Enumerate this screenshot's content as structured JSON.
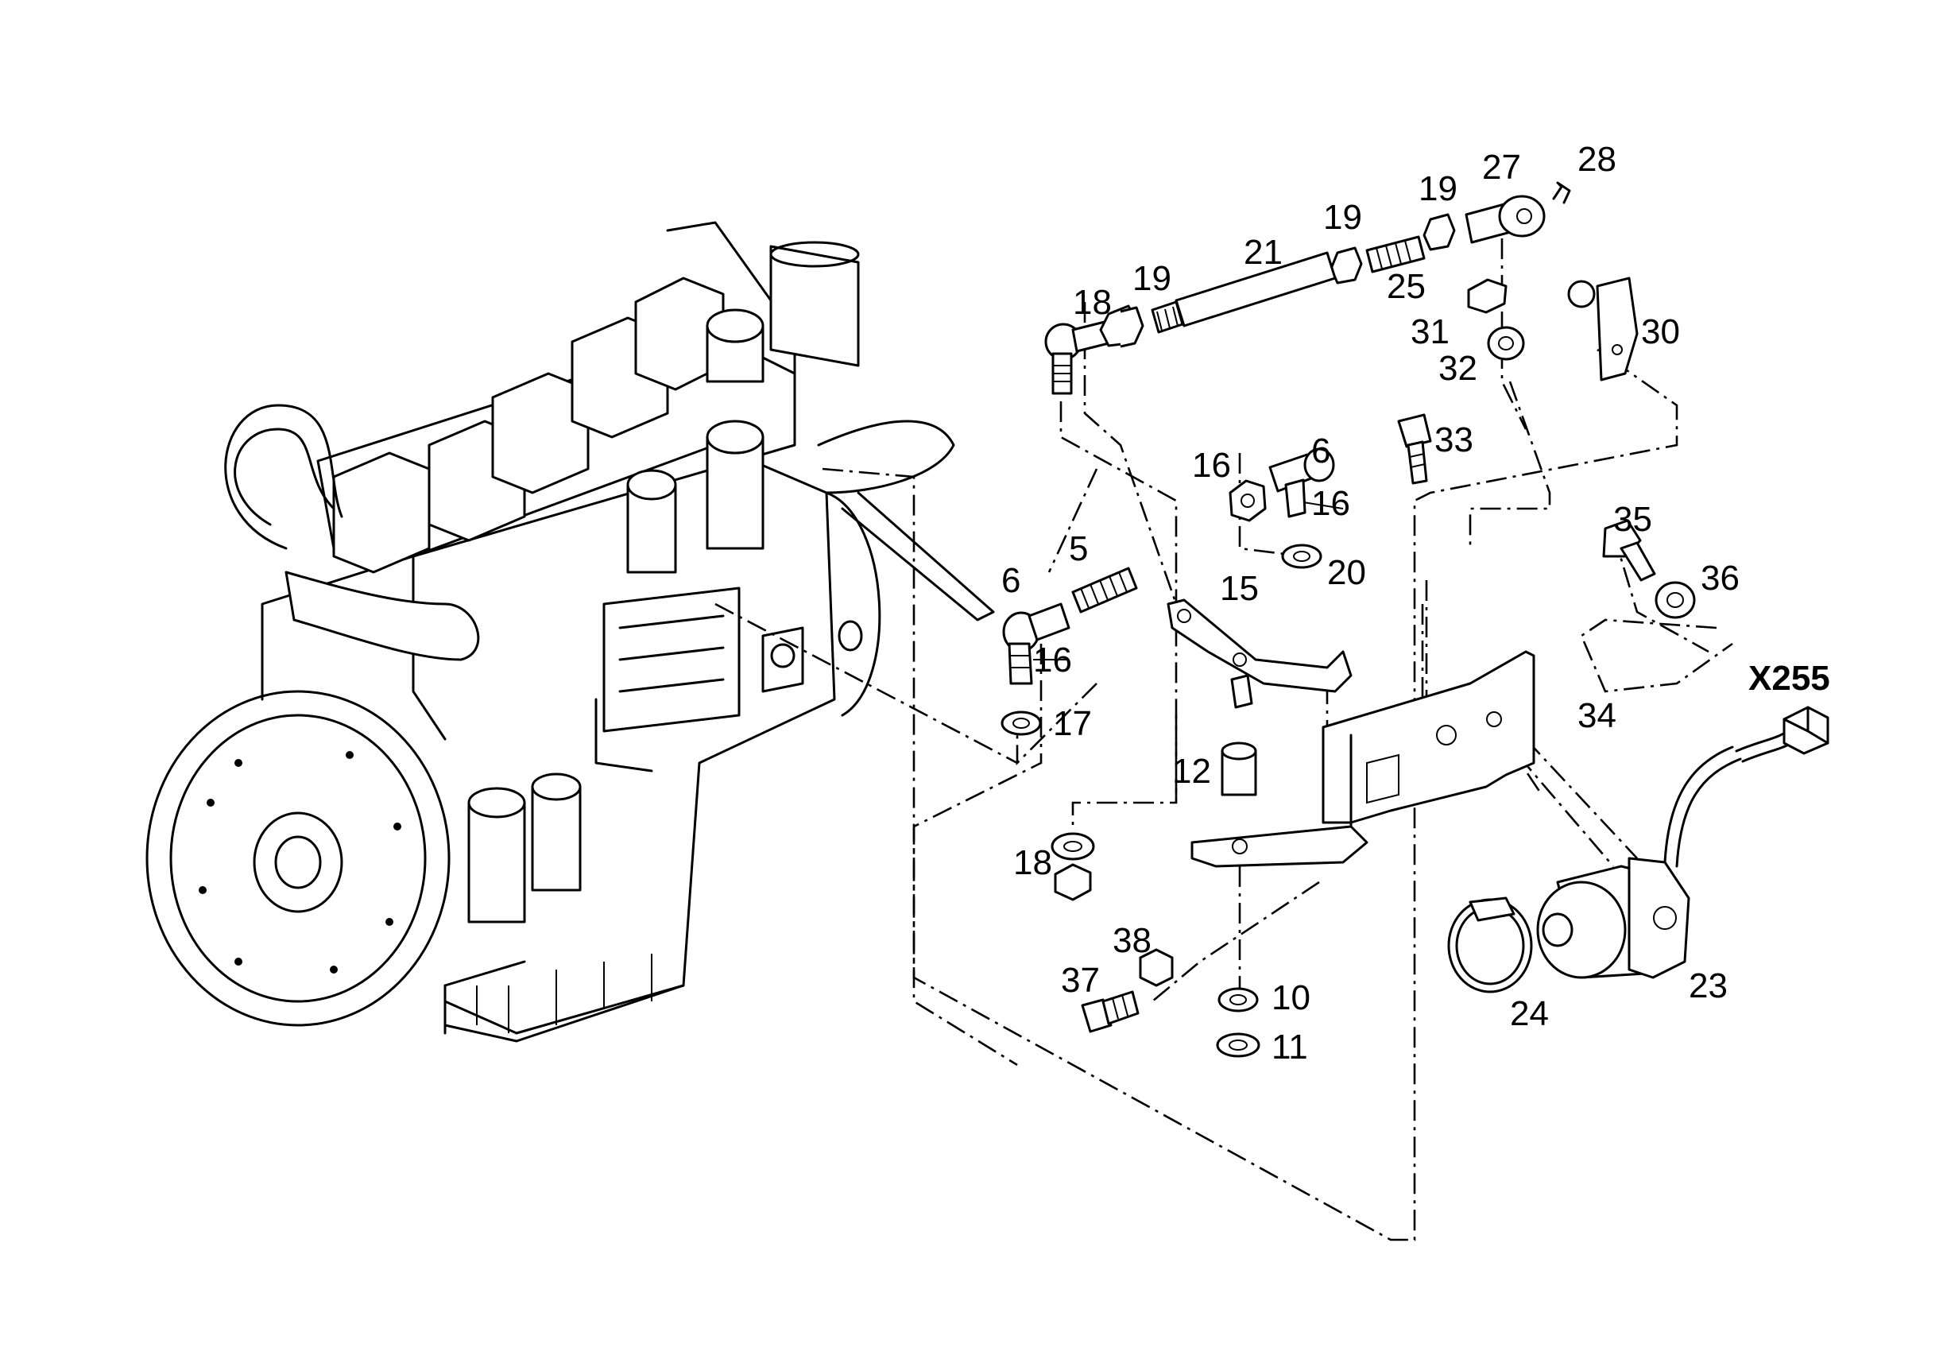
{
  "diagram": {
    "callouts": {
      "c5": "5",
      "c6a": "6",
      "c6b": "6",
      "c10": "10",
      "c11": "11",
      "c12": "12",
      "c15": "15",
      "c16a": "16",
      "c16b": "16",
      "c16c": "16",
      "c17": "17",
      "c18a": "18",
      "c18b": "18",
      "c19a": "19",
      "c19b": "19",
      "c19c": "19",
      "c20": "20",
      "c21": "21",
      "c23": "23",
      "c24": "24",
      "c25": "25",
      "c27": "27",
      "c28": "28",
      "c30": "30",
      "c31": "31",
      "c32": "32",
      "c33": "33",
      "c34": "34",
      "c35": "35",
      "c36": "36",
      "c37": "37",
      "c38": "38"
    },
    "connector": "X255"
  }
}
